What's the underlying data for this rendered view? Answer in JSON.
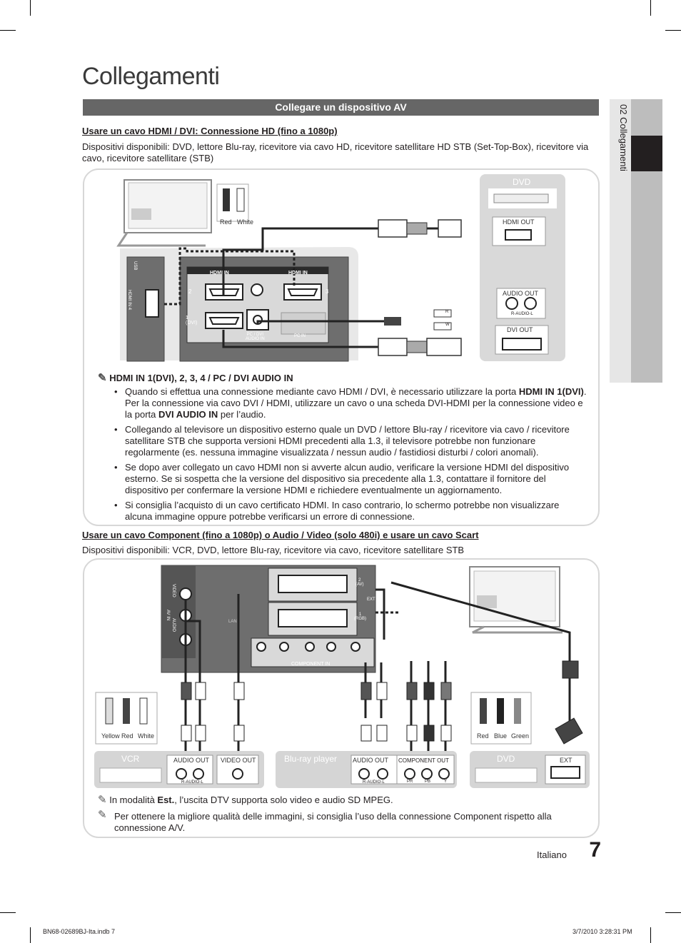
{
  "page": {
    "title": "Collegamenti",
    "banner": "Collegare un dispositivo AV",
    "side_tab": "02  Collegamenti",
    "language": "Italiano",
    "page_number": "7"
  },
  "section1": {
    "heading": "Usare un cavo HDMI / DVI: Connessione HD (fino a 1080p)",
    "devices": "Dispositivi disponibili: DVD, lettore Blu-ray, ricevitore via cavo HD, ricevitore satellitare HD STB (Set-Top-Box), ricevitore via cavo, ricevitore satellitare (STB)",
    "diagram": {
      "rca_red": "Red",
      "rca_white": "White",
      "dvd_title": "DVD",
      "hdmi_out": "HDMI OUT",
      "audio_out": "AUDIO OUT",
      "r_audio_l": "R-AUDIO-L",
      "dvi_out": "DVI OUT",
      "hdmi_in_left": "HDMI IN",
      "hdmi_in_right": "HDMI IN",
      "port2": "2",
      "port3": "3",
      "port1": "1\n(DVI)",
      "pc_dvi_audio": "PC / DVI\nAUDIO IN",
      "pc_in": "PC IN",
      "hdmi_in4": "HDMI IN 4",
      "usb": "USB",
      "plug_r": "R",
      "plug_w": "W"
    },
    "note_title": "HDMI IN 1(DVI), 2, 3, 4 / PC / DVI AUDIO IN",
    "bullets": [
      {
        "pre": "Quando si effettua una connessione mediante cavo HDMI / DVI, è necessario utilizzare la porta ",
        "b1": "HDMI IN 1(DVI)",
        "mid": ". Per la connessione via cavo DVI / HDMI, utilizzare un cavo o una scheda DVI-HDMI per la connessione video e la porta ",
        "b2": "DVI AUDIO IN",
        "post": " per l’audio."
      },
      {
        "text": "Collegando al televisore un dispositivo esterno quale un DVD / lettore Blu-ray / ricevitore via cavo / ricevitore satellitare STB che supporta versioni HDMI precedenti alla 1.3, il televisore potrebbe non funzionare regolarmente (es. nessuna immagine visualizzata / nessun audio / fastidiosi disturbi / colori anomali)."
      },
      {
        "text": "Se dopo aver collegato un cavo HDMI non si avverte alcun audio, verificare la versione HDMI del dispositivo esterno. Se si sospetta che la versione del dispositivo sia precedente alla 1.3, contattare il fornitore del dispositivo per confermare la versione HDMI e richiedere eventualmente un aggiornamento."
      },
      {
        "text": "Si consiglia l’acquisto di un cavo certificato HDMI. In caso contrario, lo schermo potrebbe non visualizzare alcuna immagine oppure potrebbe verificarsi un errore di connessione."
      }
    ]
  },
  "section2": {
    "heading": "Usare un cavo Component (fino a 1080p) o Audio / Video (solo 480i) e usare un cavo Scart",
    "devices": "Dispositivi disponibili: VCR, DVD, lettore Blu-ray, ricevitore via cavo, ricevitore satellitare STB",
    "diagram": {
      "left_legend": [
        "Yellow",
        "Red",
        "White"
      ],
      "right_legend": [
        "Red",
        "Blue",
        "Green"
      ],
      "vcr": "VCR",
      "audio_out": "AUDIO OUT",
      "video_out": "VIDEO OUT",
      "r_audio_l": "R-AUDIO-L",
      "bluray": "Blu-ray player",
      "component_out": "COMPONENT OUT",
      "pr": "PR",
      "pb": "PB",
      "y": "Y",
      "dvd": "DVD",
      "ext": "EXT",
      "component_in": "COMPONENT IN",
      "scart2": "2\n(AV)",
      "scart_ext": "EXT",
      "scart1": "1\n(RGB)",
      "av_in": "AV IN",
      "video": "VIDEO",
      "audio": "AUDIO",
      "lan": "LAN"
    },
    "notes": [
      {
        "pre": "In modalità ",
        "bold": "Est.",
        "post": ", l’uscita DTV supporta solo video e audio SD MPEG."
      },
      {
        "text": "Per ottenere la migliore qualità delle immagini, si consiglia l’uso della connessione Component rispetto alla connessione A/V."
      }
    ]
  },
  "footer": {
    "left": "BN68-02689BJ-Ita.indb   7",
    "right": "3/7/2010   3:28:31 PM"
  }
}
